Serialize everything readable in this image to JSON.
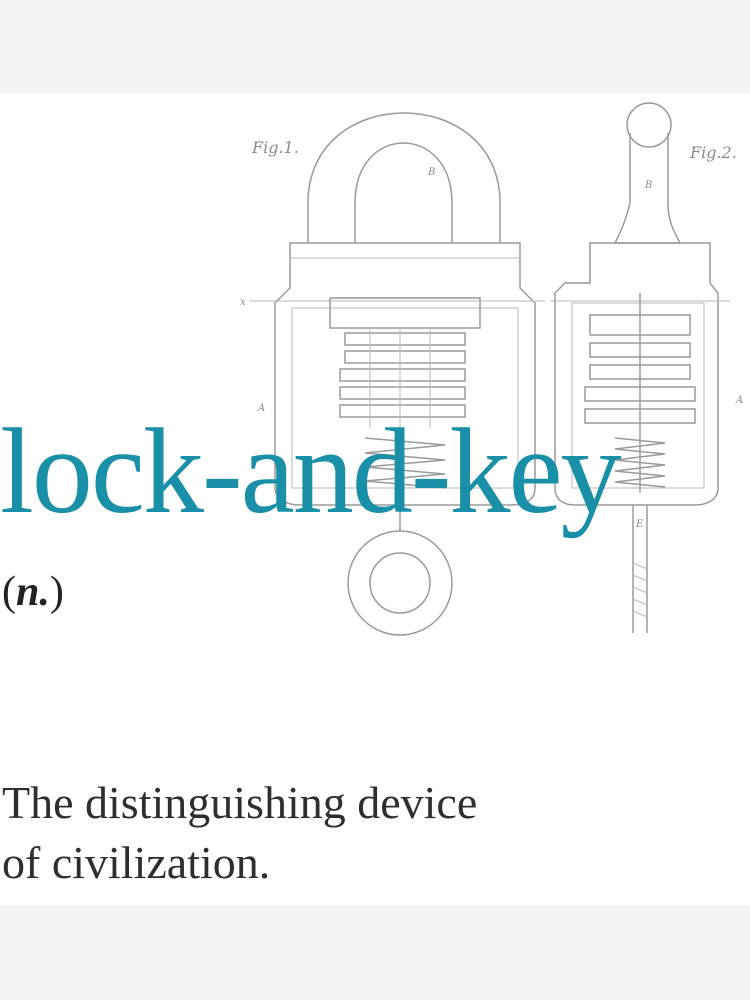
{
  "poster": {
    "headword": "lock-and-key",
    "part_of_speech": {
      "open_paren": "(",
      "abbreviation": "n.",
      "close_paren": ")"
    },
    "definition_line_1": "The distinguishing device",
    "definition_line_2": "of civilization."
  },
  "illustration": {
    "fig1_label": "Fig.1.",
    "fig2_label": "Fig.2.",
    "callouts": {
      "shackle": "B",
      "body": "A",
      "key": "E",
      "section_mark": "x"
    }
  },
  "colors": {
    "headword": "#1a8fa8",
    "definition_text": "#2e2e2e",
    "line_art": "#9a9a9a",
    "page_background": "#ffffff",
    "outer_background": "#f4f4f4"
  }
}
